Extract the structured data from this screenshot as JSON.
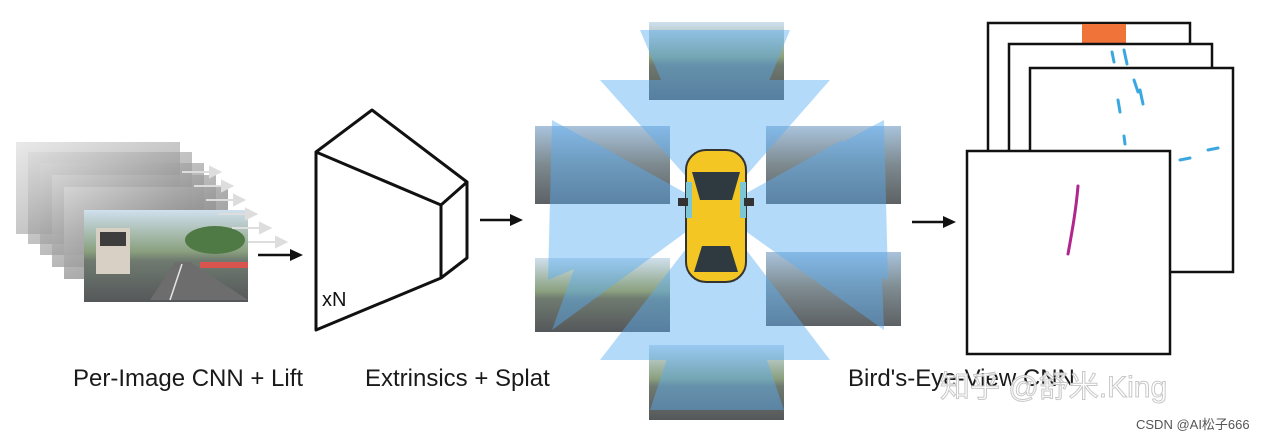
{
  "stages": [
    {
      "id": "cnn",
      "caption": "Per-Image CNN + Lift"
    },
    {
      "id": "splat",
      "caption": "Extrinsics + Splat"
    },
    {
      "id": "bev",
      "caption": "Bird's-Eye-View CNN"
    }
  ],
  "frustum_label": "xN",
  "watermark": {
    "main": "知乎 @舒米.King",
    "sub": "CSDN @AI松子666"
  },
  "colors": {
    "frustum_blue": "#5aaef5",
    "car_body": "#f3c623",
    "bev_magenta": "#b0268c",
    "bev_blue": "#3aa7e0",
    "bev_orange": "#f0733a"
  },
  "icons": [
    "arrow-right-icon",
    "car-icon",
    "camera-frustum-icon"
  ]
}
